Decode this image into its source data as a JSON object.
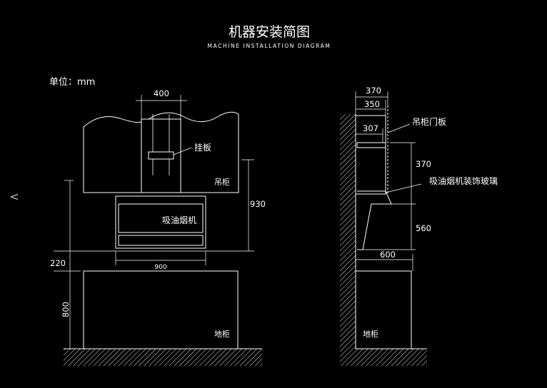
{
  "title": "机器安装简图",
  "subtitle": "MACHINE INSTALLATION DIAGRAM",
  "unit_label": "单位：mm",
  "nav": {
    "prev_arrow": "<"
  },
  "front": {
    "top_width": "400",
    "bracket_label": "挂板",
    "wall_cabinet_label": "吊柜",
    "hood_label": "吸油烟机",
    "height_930": "930",
    "hood_width": "900",
    "clearance": "220",
    "base_height": "800",
    "base_cabinet_label": "地柜"
  },
  "side": {
    "dim_370_top": "370",
    "dim_350": "350",
    "dim_307": "307",
    "door_label": "吊柜门板",
    "dim_370_right": "370",
    "glass_label": "吸油烟机装饰玻璃",
    "dim_560": "560",
    "dim_600": "600",
    "base_cabinet_label": "地柜"
  },
  "colors": {
    "background": "#000000",
    "line": "#ffffff"
  }
}
